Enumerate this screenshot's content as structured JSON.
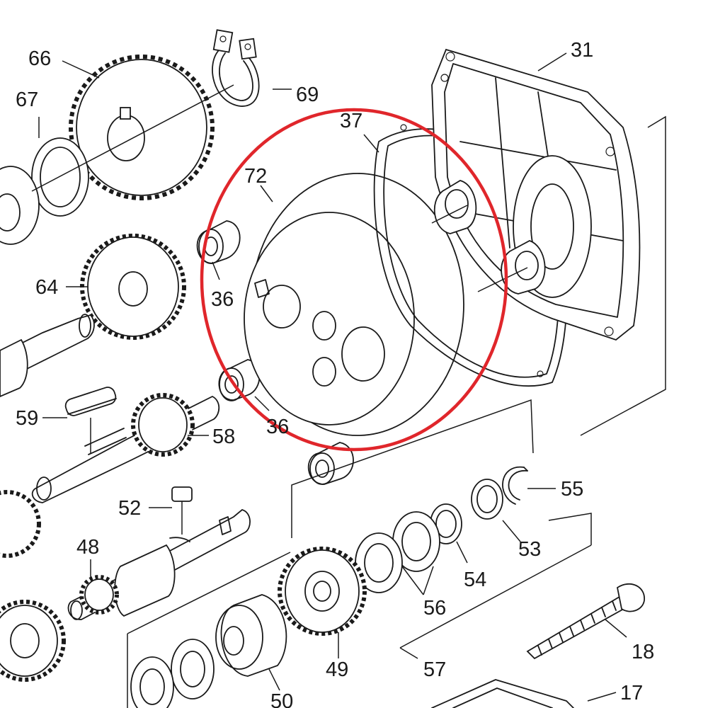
{
  "colors": {
    "line": "#1a1a1a",
    "highlight": "#e0262b",
    "background": "#ffffff"
  },
  "parts": {
    "p66": "66",
    "p67": "67",
    "p69": "69",
    "p31": "31",
    "p37": "37",
    "p72": "72",
    "p64": "64",
    "p36a": "36",
    "p36b": "36",
    "p59": "59",
    "p58": "58",
    "p55": "55",
    "p52": "52",
    "p48": "48",
    "p53": "53",
    "p54": "54",
    "p56": "56",
    "p18": "18",
    "p49": "49",
    "p57": "57",
    "p50": "50",
    "p17": "17"
  }
}
